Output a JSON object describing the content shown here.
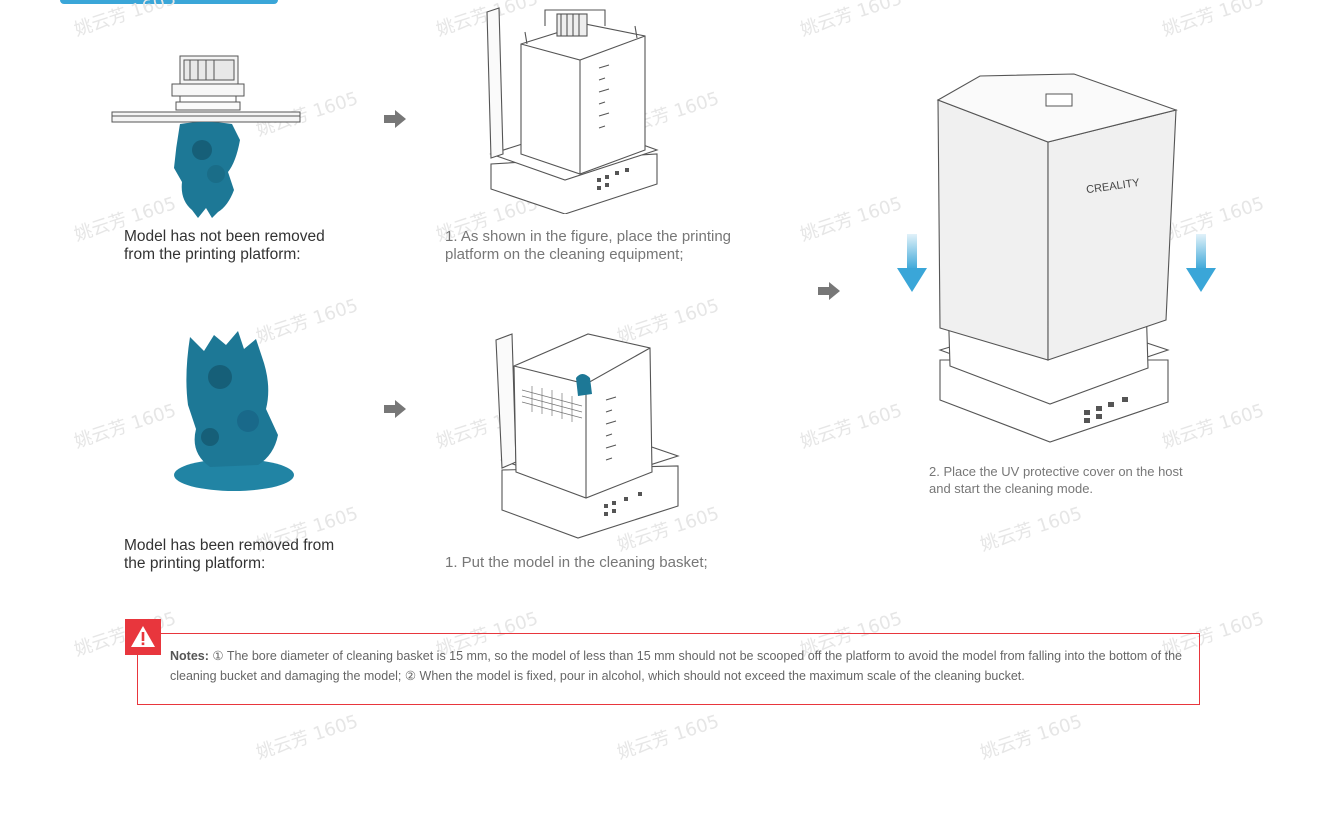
{
  "watermark": "姚云芳 1605",
  "colors": {
    "accent": "#3aa6d8",
    "warning": "#e8363d",
    "model": "#1d7896",
    "arrow": "#777777"
  },
  "top_row": {
    "label": "Model has not been removed from the printing platform:",
    "label_lines": [
      "Model has not been removed",
      "from the printing platform:"
    ],
    "caption_lines": [
      "1. As shown in the figure, place the printing",
      "platform on the cleaning equipment;"
    ]
  },
  "bottom_row": {
    "label_lines": [
      "Model has been removed from",
      "the printing platform:"
    ],
    "caption_lines": [
      "1. Put the model in the cleaning basket;"
    ]
  },
  "right": {
    "brand": "CREALITY",
    "caption_lines": [
      "2. Place the UV protective cover on the host",
      "and start the cleaning mode."
    ]
  },
  "notes": {
    "label": "Notes:",
    "text": " ① The bore diameter of cleaning basket is 15 mm, so the model of less than 15 mm should not be scooped off the platform to avoid the model from falling into the bottom of the cleaning bucket and damaging the model; ② When the model is fixed, pour in alcohol, which should not exceed the maximum scale of the cleaning bucket.",
    "icon": "warning-triangle-icon"
  },
  "icons": [
    "arrow-right-icon",
    "arrow-down-icon",
    "warning-triangle-icon"
  ]
}
